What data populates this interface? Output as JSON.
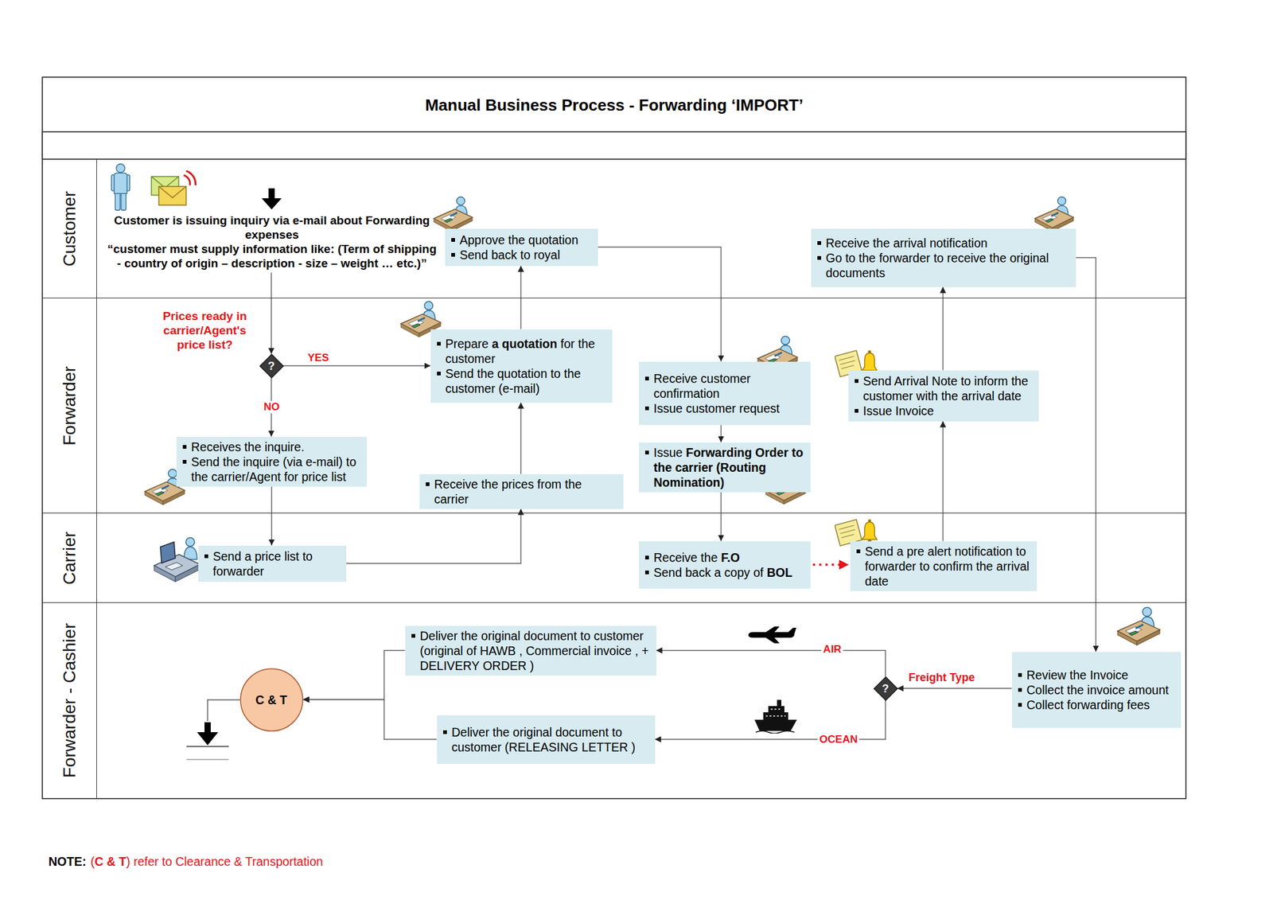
{
  "diagram": {
    "title": "Manual Business Process - Forwarding ‘IMPORT’",
    "nodes": [
      {
        "text": [
          "Customer"
        ]
      },
      {
        "text": [
          "Customer is issuing inquiry via e-mail about Forwarding expenses",
          "“customer must supply information like: (Term of shipping - country of origin – description - size – weight … etc.)”"
        ],
        "in": 0
      },
      {
        "text": [
          "Approve the quotation",
          "Send back to royal"
        ],
        "in": 0
      },
      {
        "text": [
          "Receive the arrival notification",
          "Go to the forwarder to receive the original documents"
        ],
        "in": 0
      },
      {
        "text": [
          "Forwarder"
        ]
      },
      {
        "text": [
          "Prices ready in carrier/Agent's price list?",
          "?"
        ],
        "in": 4
      },
      {
        "text": [
          "Prepare a quotation for the customer",
          "Send the quotation to the customer (e-mail)"
        ],
        "in": 4
      },
      {
        "text": [
          "Receives the inquire.",
          "Send the inquire (via e-mail) to the carrier/Agent for price list"
        ],
        "in": 4
      },
      {
        "text": [
          "Receive the prices from the carrier"
        ],
        "in": 4
      },
      {
        "text": [
          "Receive customer confirmation",
          "Issue customer request"
        ],
        "in": 4
      },
      {
        "text": [
          "Issue Forwarding Order to the carrier (Routing Nomination)"
        ],
        "in": 4
      },
      {
        "text": [
          "Send Arrival Note to inform the customer with the arrival date",
          "Issue Invoice"
        ],
        "in": 4
      },
      {
        "text": [
          "Carrier"
        ]
      },
      {
        "text": [
          "Send a price list to forwarder"
        ],
        "in": 12
      },
      {
        "text": [
          "Receive the F.O",
          "Send back a copy of BOL"
        ],
        "in": 12
      },
      {
        "text": [
          "Send a pre alert notification to forwarder to confirm the arrival date"
        ],
        "in": 12
      },
      {
        "text": [
          "Forwarder - Cashier"
        ]
      },
      {
        "text": [
          "C & T"
        ],
        "in": 16
      },
      {
        "text": [
          "Deliver the original document to customer (original of HAWB , Commercial invoice , + DELIVERY ORDER )"
        ],
        "in": 16
      },
      {
        "text": [
          "Deliver the original document to customer (RELEASING LETTER )"
        ],
        "in": 16
      },
      {
        "text": [
          "?"
        ],
        "in": 16
      },
      {
        "text": [
          "Review the Invoice",
          "Collect the invoice amount",
          "Collect forwarding fees"
        ],
        "in": 16
      }
    ],
    "edges": [
      {
        "from": 1,
        "to": 5,
        "arrow": "to"
      },
      {
        "from": 5,
        "to": 6,
        "label": "YES",
        "arrow": "to"
      },
      {
        "from": 5,
        "to": 7,
        "label": "NO",
        "arrow": "to"
      },
      {
        "from": 7,
        "to": 13,
        "arrow": "to"
      },
      {
        "from": 13,
        "to": 8,
        "arrow": "to"
      },
      {
        "from": 8,
        "to": 6,
        "arrow": "to"
      },
      {
        "from": 6,
        "to": 2,
        "arrow": "to"
      },
      {
        "from": 2,
        "to": 9,
        "arrow": "to"
      },
      {
        "from": 9,
        "to": 10,
        "arrow": "to"
      },
      {
        "from": 10,
        "to": 14,
        "arrow": "to"
      },
      {
        "from": 14,
        "to": 15,
        "arrow": "to"
      },
      {
        "from": 15,
        "to": 11,
        "arrow": "to"
      },
      {
        "from": 11,
        "to": 3,
        "arrow": "to"
      },
      {
        "from": 3,
        "to": 21,
        "arrow": "to"
      },
      {
        "from": 21,
        "to": 20,
        "label": "Freight Type",
        "arrow": "to"
      },
      {
        "from": 20,
        "to": 18,
        "label": "AIR",
        "arrow": "to"
      },
      {
        "from": 20,
        "to": 19,
        "label": "OCEAN",
        "arrow": "to"
      },
      {
        "from": 18,
        "to": 17,
        "arrow": "to"
      },
      {
        "from": 19,
        "to": 17,
        "arrow": "to"
      }
    ],
    "labels": [
      "NOTE:",
      "(C & T) refer to Clearance & Transportation"
    ]
  }
}
